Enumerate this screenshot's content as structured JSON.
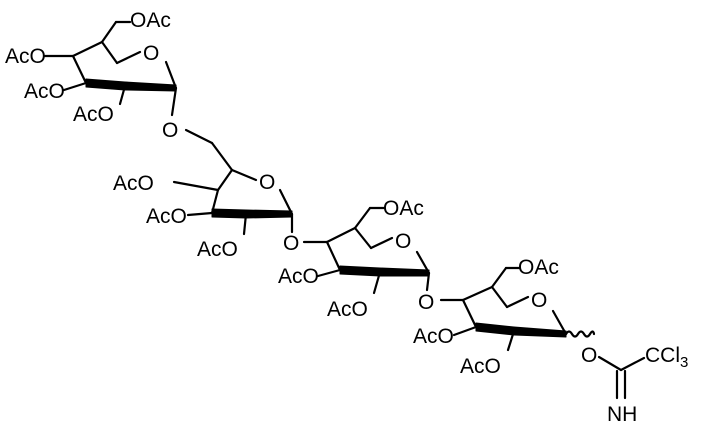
{
  "molecule": {
    "groups": {
      "oac": "OAc",
      "aco": "AcO",
      "o": "O",
      "nh": "NH",
      "ccl3_main": "CCl",
      "ccl3_sub": "3"
    }
  }
}
